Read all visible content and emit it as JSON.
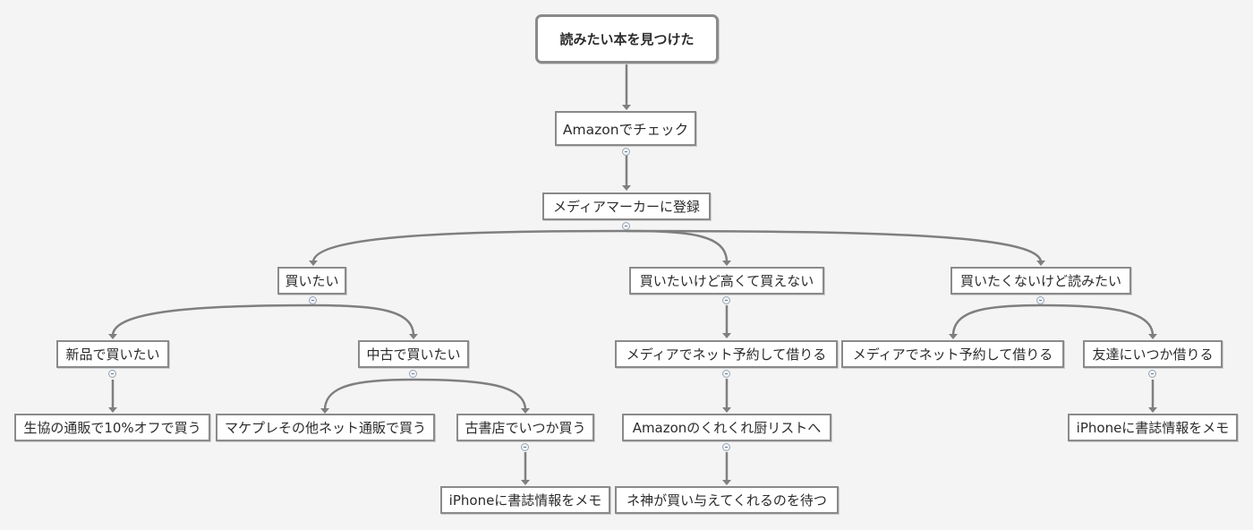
{
  "nodes": {
    "root": "読みたい本を見つけた",
    "amazon_check": "Amazonでチェック",
    "media_marker": "メディアマーカーに登録",
    "want_buy": "買いたい",
    "want_but_expensive": "買いたいけど高くて買えない",
    "dont_want_buy_but_read": "買いたくないけど読みたい",
    "buy_new": "新品で買いたい",
    "buy_used": "中古で買いたい",
    "coop_10off": "生協の通販で10%オフで買う",
    "marketplace": "マケプレその他ネット通販で買う",
    "used_bookstore": "古書店でいつか買う",
    "iphone_memo_1": "iPhoneに書誌情報をメモ",
    "net_reserve_1": "メディアでネット予約して借りる",
    "amazon_wishlist": "Amazonのくれくれ厨リストへ",
    "god_gift": "ネ神が買い与えてくれるのを待つ",
    "net_reserve_2": "メディアでネット予約して借りる",
    "borrow_friend": "友達にいつか借りる",
    "iphone_memo_2": "iPhoneに書誌情報をメモ"
  }
}
